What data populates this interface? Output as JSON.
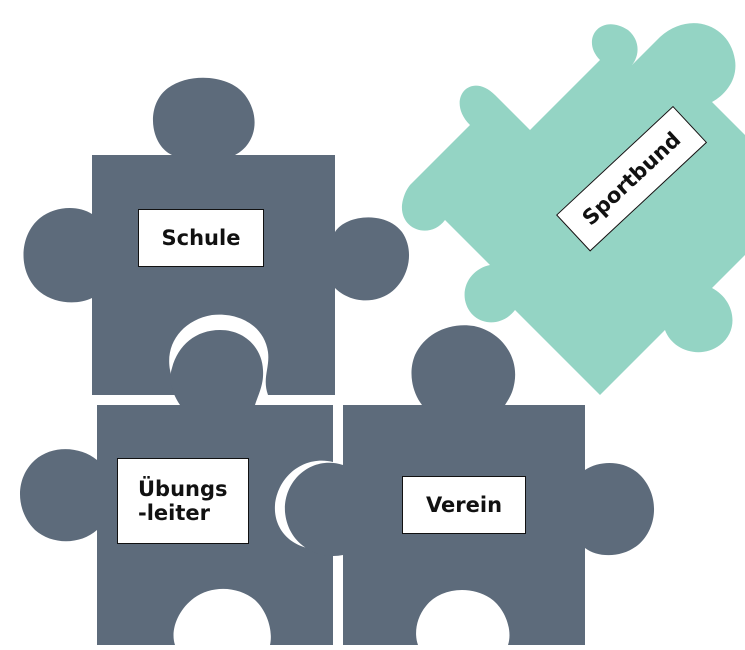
{
  "colors": {
    "piece_dark": "#5d6b7b",
    "piece_mint": "#94d4c4",
    "background": "#ffffff",
    "label_background": "#ffffff",
    "label_border": "#111111"
  },
  "pieces": {
    "schule": {
      "label": "Schule"
    },
    "uebungsleiter": {
      "label_line1": "Übungs",
      "label_line2": "-leiter"
    },
    "verein": {
      "label": "Verein"
    },
    "sportbund": {
      "label": "Sportbund"
    }
  }
}
